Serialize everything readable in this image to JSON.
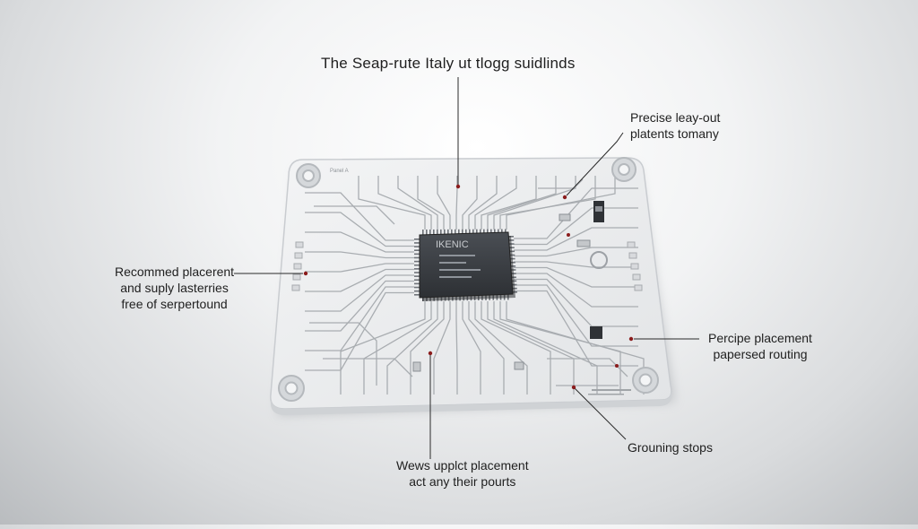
{
  "title": "The Seap-rute Italy ut tlogg suidlinds",
  "callouts": {
    "top_right": [
      "Precise leay-out",
      "platents tomany"
    ],
    "left": [
      "Recommed placerent",
      "and suply lasterries",
      "free of serpertound"
    ],
    "right": [
      "Percipe placement",
      "papersed routing"
    ],
    "bottom_right": "Grouning stops",
    "bottom": [
      "Wews upplct placement",
      "act any their pourts"
    ]
  },
  "board": {
    "silkscreen_label": "Panel A",
    "chip_marking": "IKENIC",
    "colors": {
      "board": "#e9eaeb",
      "trace": "#a9adb1",
      "chip": "#3a3d42",
      "callout_dot": "#8b1c1c",
      "leader": "#2a2a2a"
    }
  }
}
